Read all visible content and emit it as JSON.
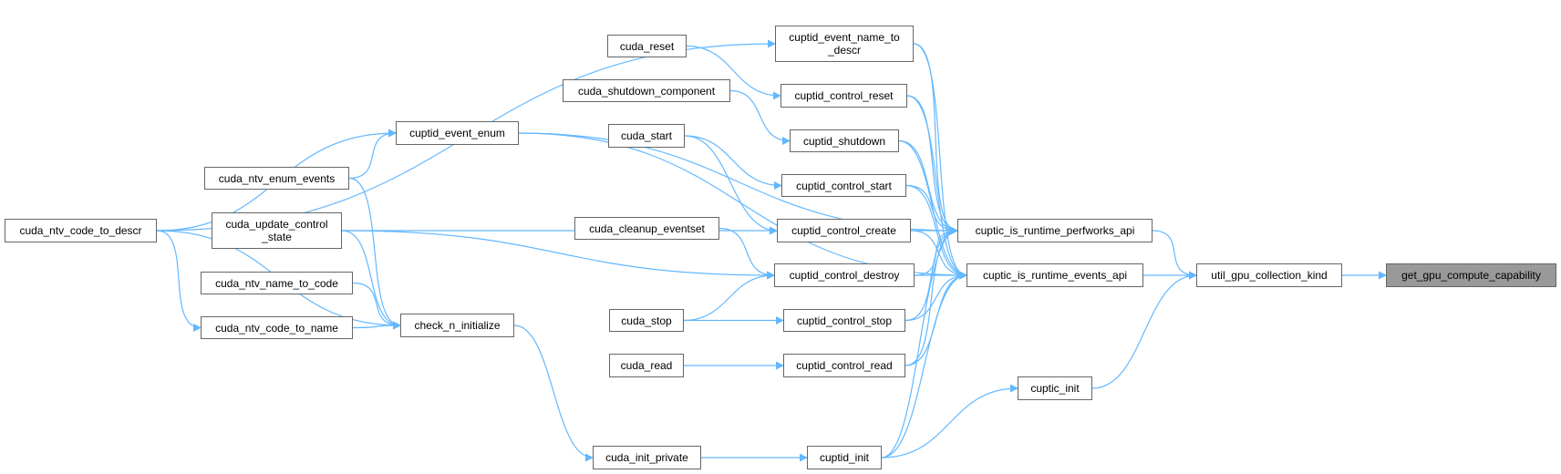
{
  "graph": {
    "edge_color": "#63b8ff",
    "focus_fill": "#999999",
    "nodes": {
      "get_gpu_compute_capability": "get_gpu_compute_capability",
      "util_gpu_collection_kind": "util_gpu_collection_kind",
      "cuptic_is_runtime_perfworks_api": "cuptic_is_runtime_perfworks_api",
      "cuptic_is_runtime_events_api": "cuptic_is_runtime_events_api",
      "cuptic_init": "cuptic_init",
      "cuptid_init": "cuptid_init",
      "cuda_init_private": "cuda_init_private",
      "cuptid_event_name_to_descr": "cuptid_event_name_to\n_descr",
      "cuptid_control_reset": "cuptid_control_reset",
      "cuptid_shutdown": "cuptid_shutdown",
      "cuptid_control_start": "cuptid_control_start",
      "cuptid_control_create": "cuptid_control_create",
      "cuptid_control_destroy": "cuptid_control_destroy",
      "cuptid_control_stop": "cuptid_control_stop",
      "cuptid_control_read": "cuptid_control_read",
      "cuda_reset": "cuda_reset",
      "cuda_shutdown_component": "cuda_shutdown_component",
      "cuda_start": "cuda_start",
      "cuda_cleanup_eventset": "cuda_cleanup_eventset",
      "cuda_stop": "cuda_stop",
      "cuda_read": "cuda_read",
      "cuptid_event_enum": "cuptid_event_enum",
      "check_n_initialize": "check_n_initialize",
      "cuda_ntv_enum_events": "cuda_ntv_enum_events",
      "cuda_update_control_state": "cuda_update_control\n_state",
      "cuda_ntv_name_to_code": "cuda_ntv_name_to_code",
      "cuda_ntv_code_to_name": "cuda_ntv_code_to_name",
      "cuda_ntv_code_to_descr": "cuda_ntv_code_to_descr"
    },
    "edges": [
      [
        "util_gpu_collection_kind",
        "get_gpu_compute_capability"
      ],
      [
        "cuptic_is_runtime_perfworks_api",
        "util_gpu_collection_kind"
      ],
      [
        "cuptic_is_runtime_events_api",
        "util_gpu_collection_kind"
      ],
      [
        "cuptic_init",
        "util_gpu_collection_kind"
      ],
      [
        "cuptid_init",
        "cuptic_init"
      ],
      [
        "cuda_init_private",
        "cuptid_init"
      ],
      [
        "check_n_initialize",
        "cuda_init_private"
      ],
      [
        "cuptid_event_name_to_descr",
        "cuptic_is_runtime_perfworks_api"
      ],
      [
        "cuptid_event_name_to_descr",
        "cuptic_is_runtime_events_api"
      ],
      [
        "cuptid_control_reset",
        "cuptic_is_runtime_perfworks_api"
      ],
      [
        "cuptid_control_reset",
        "cuptic_is_runtime_events_api"
      ],
      [
        "cuptid_shutdown",
        "cuptic_is_runtime_perfworks_api"
      ],
      [
        "cuptid_shutdown",
        "cuptic_is_runtime_events_api"
      ],
      [
        "cuptid_control_start",
        "cuptic_is_runtime_perfworks_api"
      ],
      [
        "cuptid_control_start",
        "cuptic_is_runtime_events_api"
      ],
      [
        "cuptid_control_create",
        "cuptic_is_runtime_perfworks_api"
      ],
      [
        "cuptid_control_create",
        "cuptic_is_runtime_events_api"
      ],
      [
        "cuptid_control_destroy",
        "cuptic_is_runtime_perfworks_api"
      ],
      [
        "cuptid_control_destroy",
        "cuptic_is_runtime_events_api"
      ],
      [
        "cuptid_control_stop",
        "cuptic_is_runtime_perfworks_api"
      ],
      [
        "cuptid_control_stop",
        "cuptic_is_runtime_events_api"
      ],
      [
        "cuptid_control_read",
        "cuptic_is_runtime_perfworks_api"
      ],
      [
        "cuptid_control_read",
        "cuptic_is_runtime_events_api"
      ],
      [
        "cuptid_init",
        "cuptic_is_runtime_perfworks_api"
      ],
      [
        "cuptid_init",
        "cuptic_is_runtime_events_api"
      ],
      [
        "cuptid_event_enum",
        "cuptic_is_runtime_perfworks_api"
      ],
      [
        "cuptid_event_enum",
        "cuptic_is_runtime_events_api"
      ],
      [
        "cuda_reset",
        "cuptid_control_reset"
      ],
      [
        "cuda_shutdown_component",
        "cuptid_shutdown"
      ],
      [
        "cuda_start",
        "cuptid_control_start"
      ],
      [
        "cuda_start",
        "cuptid_control_create"
      ],
      [
        "cuda_cleanup_eventset",
        "cuptid_control_destroy"
      ],
      [
        "cuda_stop",
        "cuptid_control_destroy"
      ],
      [
        "cuda_stop",
        "cuptid_control_stop"
      ],
      [
        "cuda_read",
        "cuptid_control_read"
      ],
      [
        "cuda_update_control_state",
        "cuptid_control_create"
      ],
      [
        "cuda_update_control_state",
        "cuptid_control_destroy"
      ],
      [
        "cuda_update_control_state",
        "check_n_initialize"
      ],
      [
        "cuda_ntv_enum_events",
        "cuptid_event_enum"
      ],
      [
        "cuda_ntv_enum_events",
        "check_n_initialize"
      ],
      [
        "cuda_ntv_name_to_code",
        "check_n_initialize"
      ],
      [
        "cuda_ntv_code_to_name",
        "check_n_initialize"
      ],
      [
        "cuda_ntv_code_to_descr",
        "cuptid_event_name_to_descr"
      ],
      [
        "cuda_ntv_code_to_descr",
        "cuptid_event_enum"
      ],
      [
        "cuda_ntv_code_to_descr",
        "cuda_ntv_code_to_name"
      ],
      [
        "cuda_ntv_code_to_descr",
        "check_n_initialize"
      ]
    ]
  }
}
